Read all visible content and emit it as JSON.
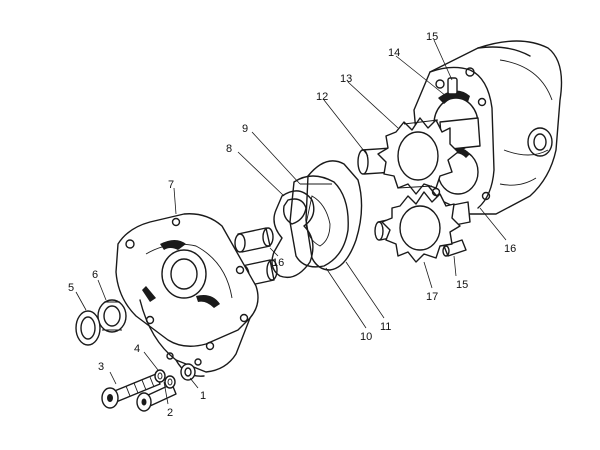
{
  "callouts": {
    "c1": "1",
    "c2": "2",
    "c3": "3",
    "c4": "4",
    "c5": "5",
    "c6": "6",
    "c7": "7",
    "c8": "8",
    "c9": "9",
    "c10": "10",
    "c11": "11",
    "c12": "12",
    "c13": "13",
    "c14": "14",
    "c15a": "15",
    "c15b": "15",
    "c16a": "16",
    "c16b": "16",
    "c17": "17"
  }
}
